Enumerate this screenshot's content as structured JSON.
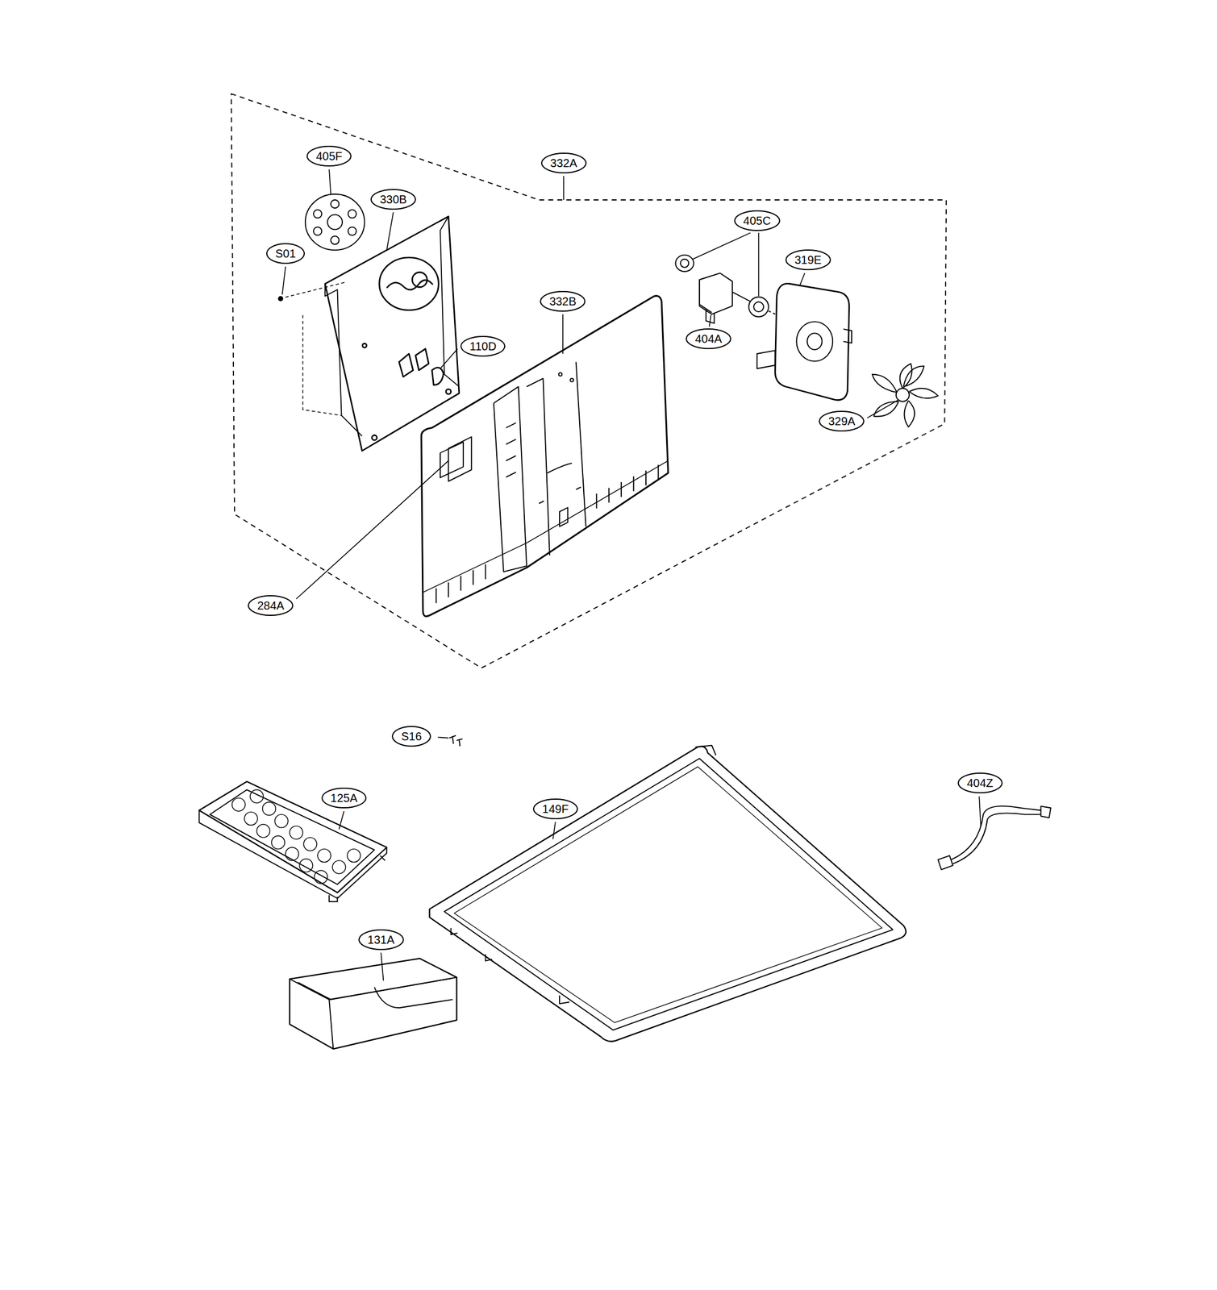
{
  "diagram": {
    "labels": [
      "332A",
      "405F",
      "330B",
      "S01",
      "405C",
      "319E",
      "332B",
      "110D",
      "404A",
      "329A",
      "284A",
      "S16",
      "404Z",
      "125A",
      "149F",
      "131A"
    ]
  }
}
